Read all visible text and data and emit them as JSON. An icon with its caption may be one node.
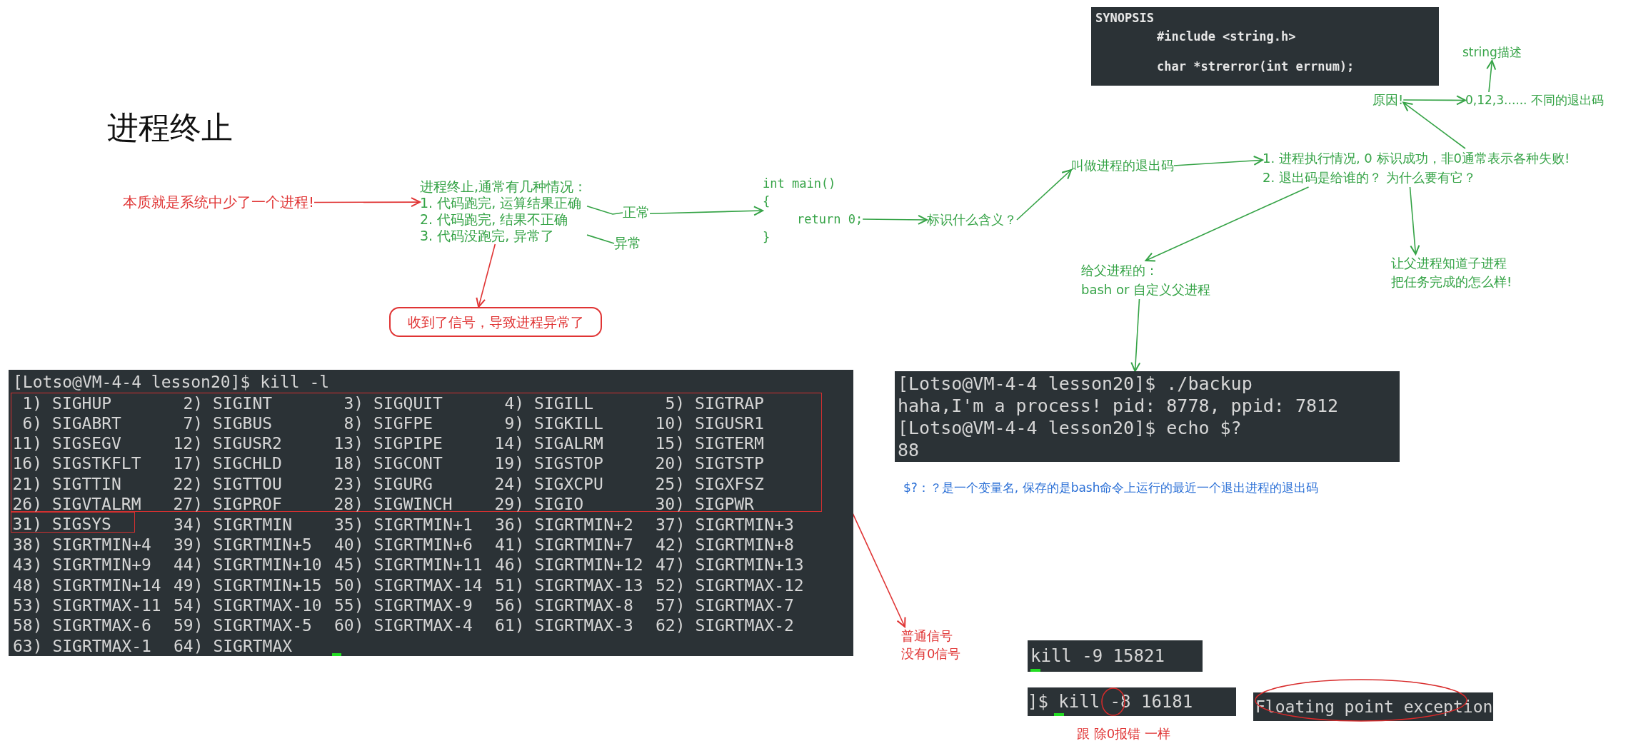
{
  "diagram": {
    "title": "进程终止",
    "nodes": [
      {
        "text": [
          "本质就是系统中少了一个进程!"
        ]
      },
      {
        "text": [
          "进程终止,通常有几种情况：",
          "1. 代码跑完, 运算结果正确",
          "2. 代码跑完, 结果不正确",
          "3. 代码没跑完, 异常了"
        ]
      },
      {
        "text": [
          "正常"
        ]
      },
      {
        "text": [
          "异常"
        ]
      },
      {
        "text": [
          "收到了信号，导致进程异常了"
        ]
      },
      {
        "text": [
          "int main()",
          "{",
          "return 0;",
          "}"
        ]
      },
      {
        "text": [
          "标识什么含义？"
        ]
      },
      {
        "text": [
          "叫做进程的退出码"
        ]
      },
      {
        "text": [
          "1. 进程执行情况, 0 标识成功，非0通常表示各种失败!",
          "2. 退出码是给谁的？ 为什么要有它？"
        ]
      },
      {
        "text": [
          "原因!"
        ]
      },
      {
        "text": [
          "0,12,3...... 不同的退出码"
        ]
      },
      {
        "text": [
          "string描述"
        ]
      },
      {
        "text": [
          "给父进程的：",
          "bash or 自定义父进程"
        ]
      },
      {
        "text": [
          "让父进程知道子进程把任务完成的怎么样!"
        ]
      },
      {
        "text": [
          "SYNOPSIS",
          "#include <string.h>",
          "char *strerror(int errnum);"
        ]
      },
      {
        "text": [
          "[Lotso@VM-4-4 lesson20]$ ./backup",
          "haha,I'm a process! pid: 8778, ppid: 7812",
          "[Lotso@VM-4-4 lesson20]$ echo $?",
          "88"
        ]
      },
      {
        "text": [
          "[Lotso@VM-4-4 lesson20]$ kill -l",
          "34) SIGRTMIN",
          "35) SIGRTMIN+1",
          "36) SIGRTMIN+2",
          "37) SIGRTMIN+3",
          "38) SIGRTMIN+4",
          "39) SIGRTMIN+5",
          "40) SIGRTMIN+6",
          "41) SIGRTMIN+7",
          "42) SIGRTMIN+8",
          "43) SIGRTMIN+9",
          "44) SIGRTMIN+10",
          "45) SIGRTMIN+11",
          "46) SIGRTMIN+12",
          "47) SIGRTMIN+13",
          "48) SIGRTMIN+14",
          "49) SIGRTMIN+15",
          "50) SIGRTMAX-14",
          "51) SIGRTMAX-13",
          "52) SIGRTMAX-12",
          "53) SIGRTMAX-11",
          "54) SIGRTMAX-10",
          "55) SIGRTMAX-9",
          "56) SIGRTMAX-8",
          "57) SIGRTMAX-7",
          "58) SIGRTMAX-6",
          "59) SIGRTMAX-5",
          "60) SIGRTMAX-4",
          "61) SIGRTMAX-3",
          "62) SIGRTMAX-2",
          "63) SIGRTMAX-1",
          "64) SIGRTMAX"
        ]
      },
      {
        "text": [
          "1) SIGHUP",
          "2) SIGINT",
          "3) SIGQUIT",
          "4) SIGILL",
          "5) SIGTRAP",
          "6) SIGABRT",
          "7) SIGBUS",
          "8) SIGFPE",
          "9) SIGKILL",
          "10) SIGUSR1",
          "11) SIGSEGV",
          "12) SIGUSR2",
          "13) SIGPIPE",
          "14) SIGALRM",
          "15) SIGTERM",
          "16) SIGSTKFLT",
          "17) SIGCHLD",
          "18) SIGCONT",
          "19) SIGSTOP",
          "20) SIGTSTP",
          "21) SIGTTIN",
          "22) SIGTTOU",
          "23) SIGURG",
          "24) SIGXCPU",
          "25) SIGXFSZ",
          "26) SIGVTALRM",
          "27) SIGPROF",
          "28) SIGWINCH",
          "29) SIGIO",
          "30) SIGPWR"
        ],
        "in": 16
      },
      {
        "text": [
          "31) SIGSYS"
        ],
        "in": 16
      },
      {
        "text": [
          "普通信号没有0信号"
        ]
      },
      {
        "text": [
          "kill -9 15821"
        ]
      },
      {
        "text": [
          "]$ kill -8 16181"
        ],
        "beside": [
          "跟 除0报错 一样"
        ]
      },
      {
        "text": [
          "Floating point exception"
        ]
      }
    ],
    "edges": [
      {
        "from": 0,
        "to": 1,
        "arrow": "to",
        "color": "#e03434"
      },
      {
        "from": 1,
        "to": 2,
        "arrow": "none"
      },
      {
        "from": 1,
        "to": 3,
        "arrow": "none"
      },
      {
        "from": 1,
        "to": 4,
        "arrow": "to",
        "color": "#e03434"
      },
      {
        "from": 2,
        "to": 5,
        "arrow": "to"
      },
      {
        "from": 5,
        "to": 6,
        "arrow": "to"
      },
      {
        "from": 6,
        "to": 7,
        "arrow": "to"
      },
      {
        "from": 7,
        "to": 8,
        "arrow": "to"
      },
      {
        "from": 8,
        "to": 9,
        "arrow": "to"
      },
      {
        "from": 9,
        "to": 10,
        "arrow": "to"
      },
      {
        "from": 10,
        "to": 11,
        "arrow": "to"
      },
      {
        "from": 8,
        "to": 12,
        "arrow": "to"
      },
      {
        "from": 8,
        "to": 13,
        "arrow": "to"
      },
      {
        "from": 12,
        "to": 15,
        "arrow": "to"
      },
      {
        "from": 17,
        "to": 19,
        "arrow": "to",
        "color": "#e03434"
      }
    ],
    "labels": [
      "$?：？是一个变量名, 保存的是bash命令上运行的最近一个退出进程的退出码"
    ]
  }
}
